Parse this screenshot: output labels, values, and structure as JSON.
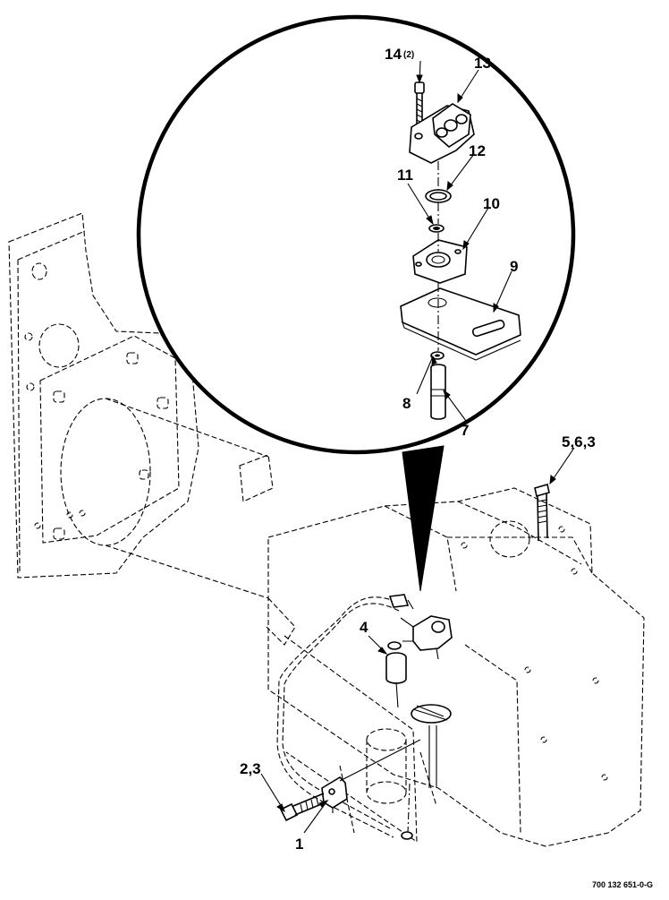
{
  "callouts": {
    "c14": "14",
    "c14_qty": "(2)",
    "c13": "13",
    "c12": "12",
    "c11": "11",
    "c10": "10",
    "c9": "9",
    "c8": "8",
    "c7": "7",
    "c5": "5,6,3",
    "c4": "4",
    "c2": "2,3",
    "c1": "1"
  },
  "drawing_number": "700 132 651-0-G"
}
